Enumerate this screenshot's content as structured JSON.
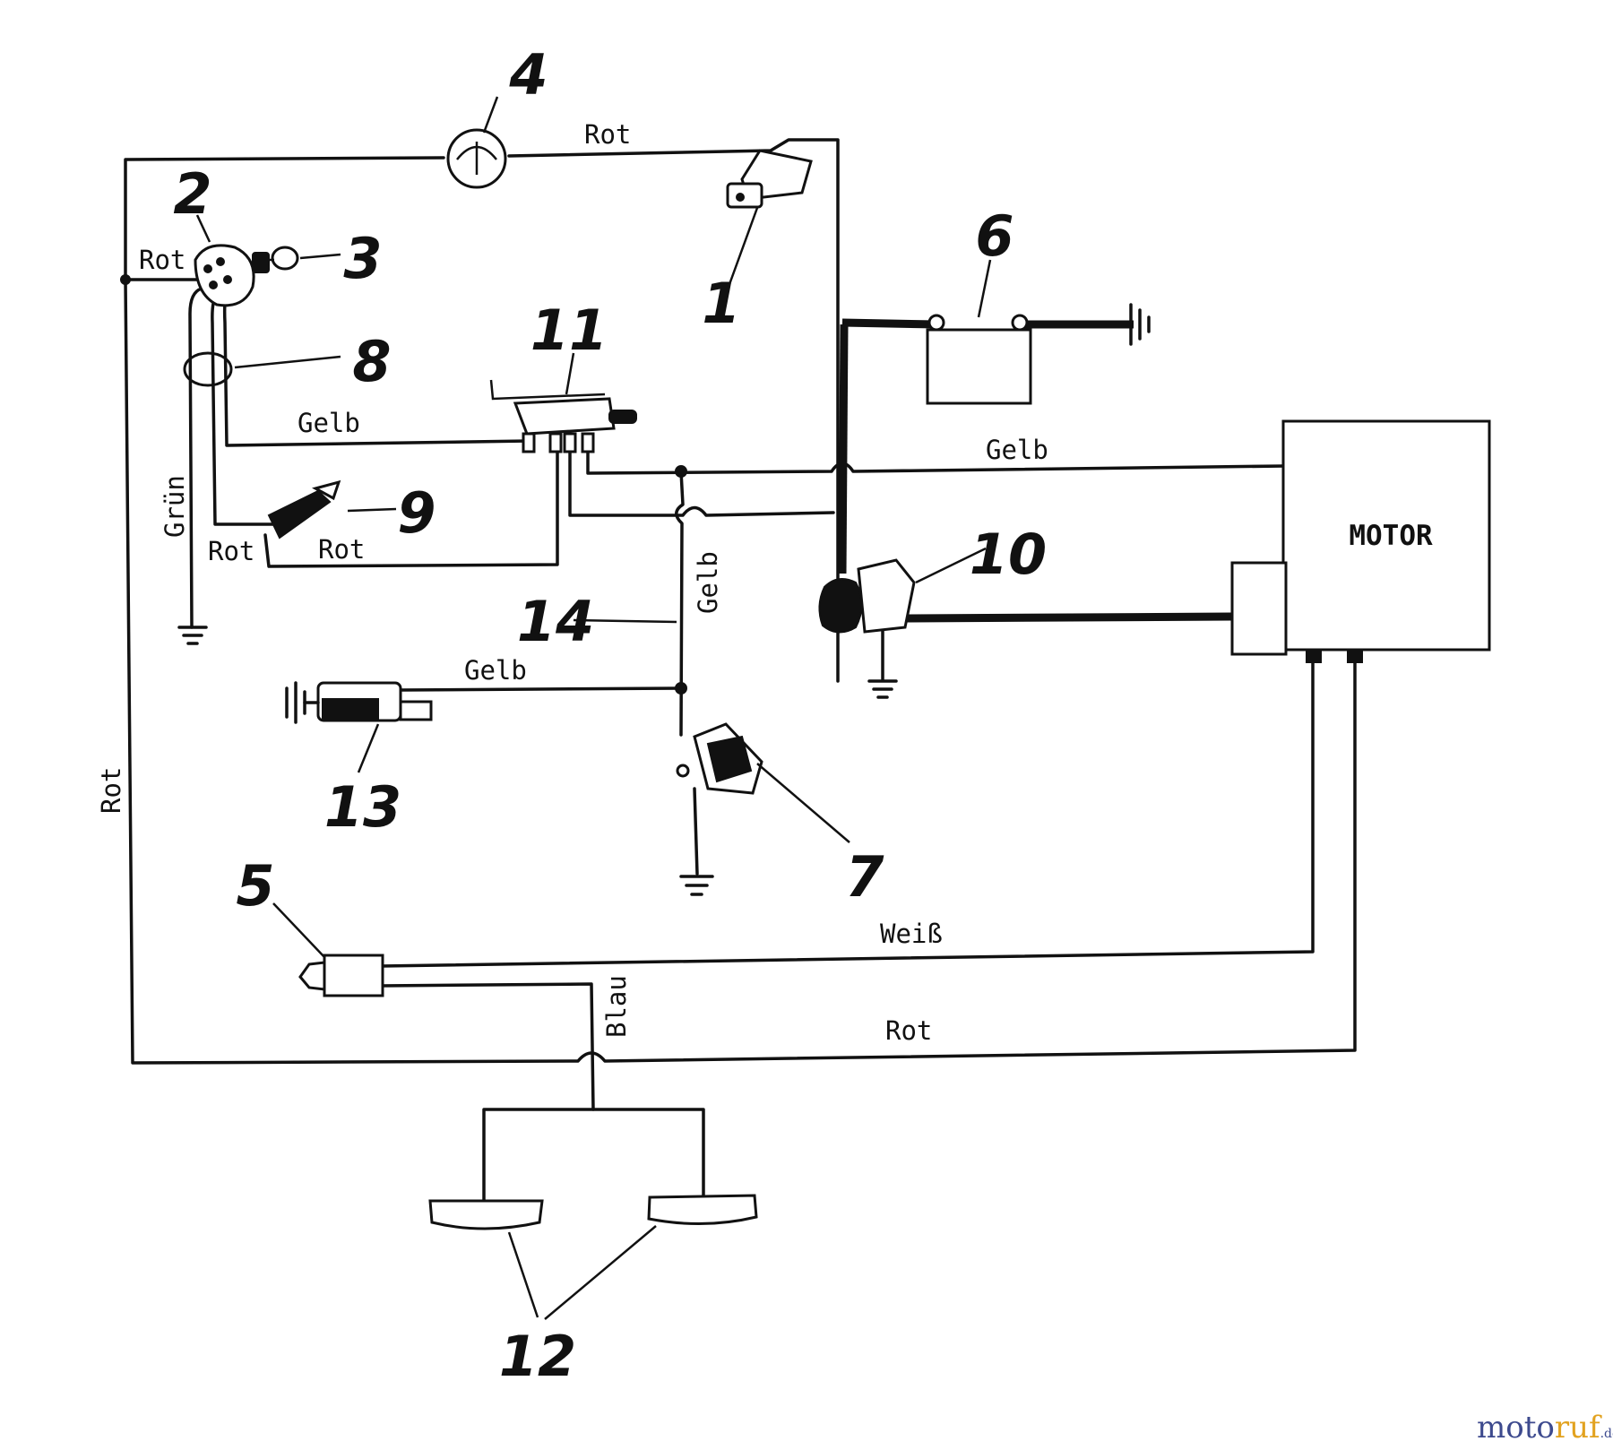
{
  "diagram": {
    "component_numbers": [
      "1",
      "2",
      "3",
      "4",
      "5",
      "6",
      "7",
      "8",
      "9",
      "10",
      "11",
      "12",
      "13",
      "14"
    ],
    "wire_labels": {
      "top_rot": "Rot",
      "switch_rot": "Rot",
      "gelb_upper": "Gelb",
      "gruen": "Grün",
      "rot_left_9": "Rot",
      "rot_right_9": "Rot",
      "gelb_motor": "Gelb",
      "gelb_vertical": "Gelb",
      "gelb_13": "Gelb",
      "rot_left_side": "Rot",
      "weiss": "Weiß",
      "blau": "Blau",
      "rot_bottom": "Rot"
    },
    "motor_label": "MOTOR"
  },
  "watermark": {
    "main": "moto",
    "accent": "ruf",
    "suffix": ".de"
  },
  "colors": {
    "ink": "#111111",
    "brand_blue": "#3d4a8e",
    "brand_orange": "#e2a21f"
  }
}
